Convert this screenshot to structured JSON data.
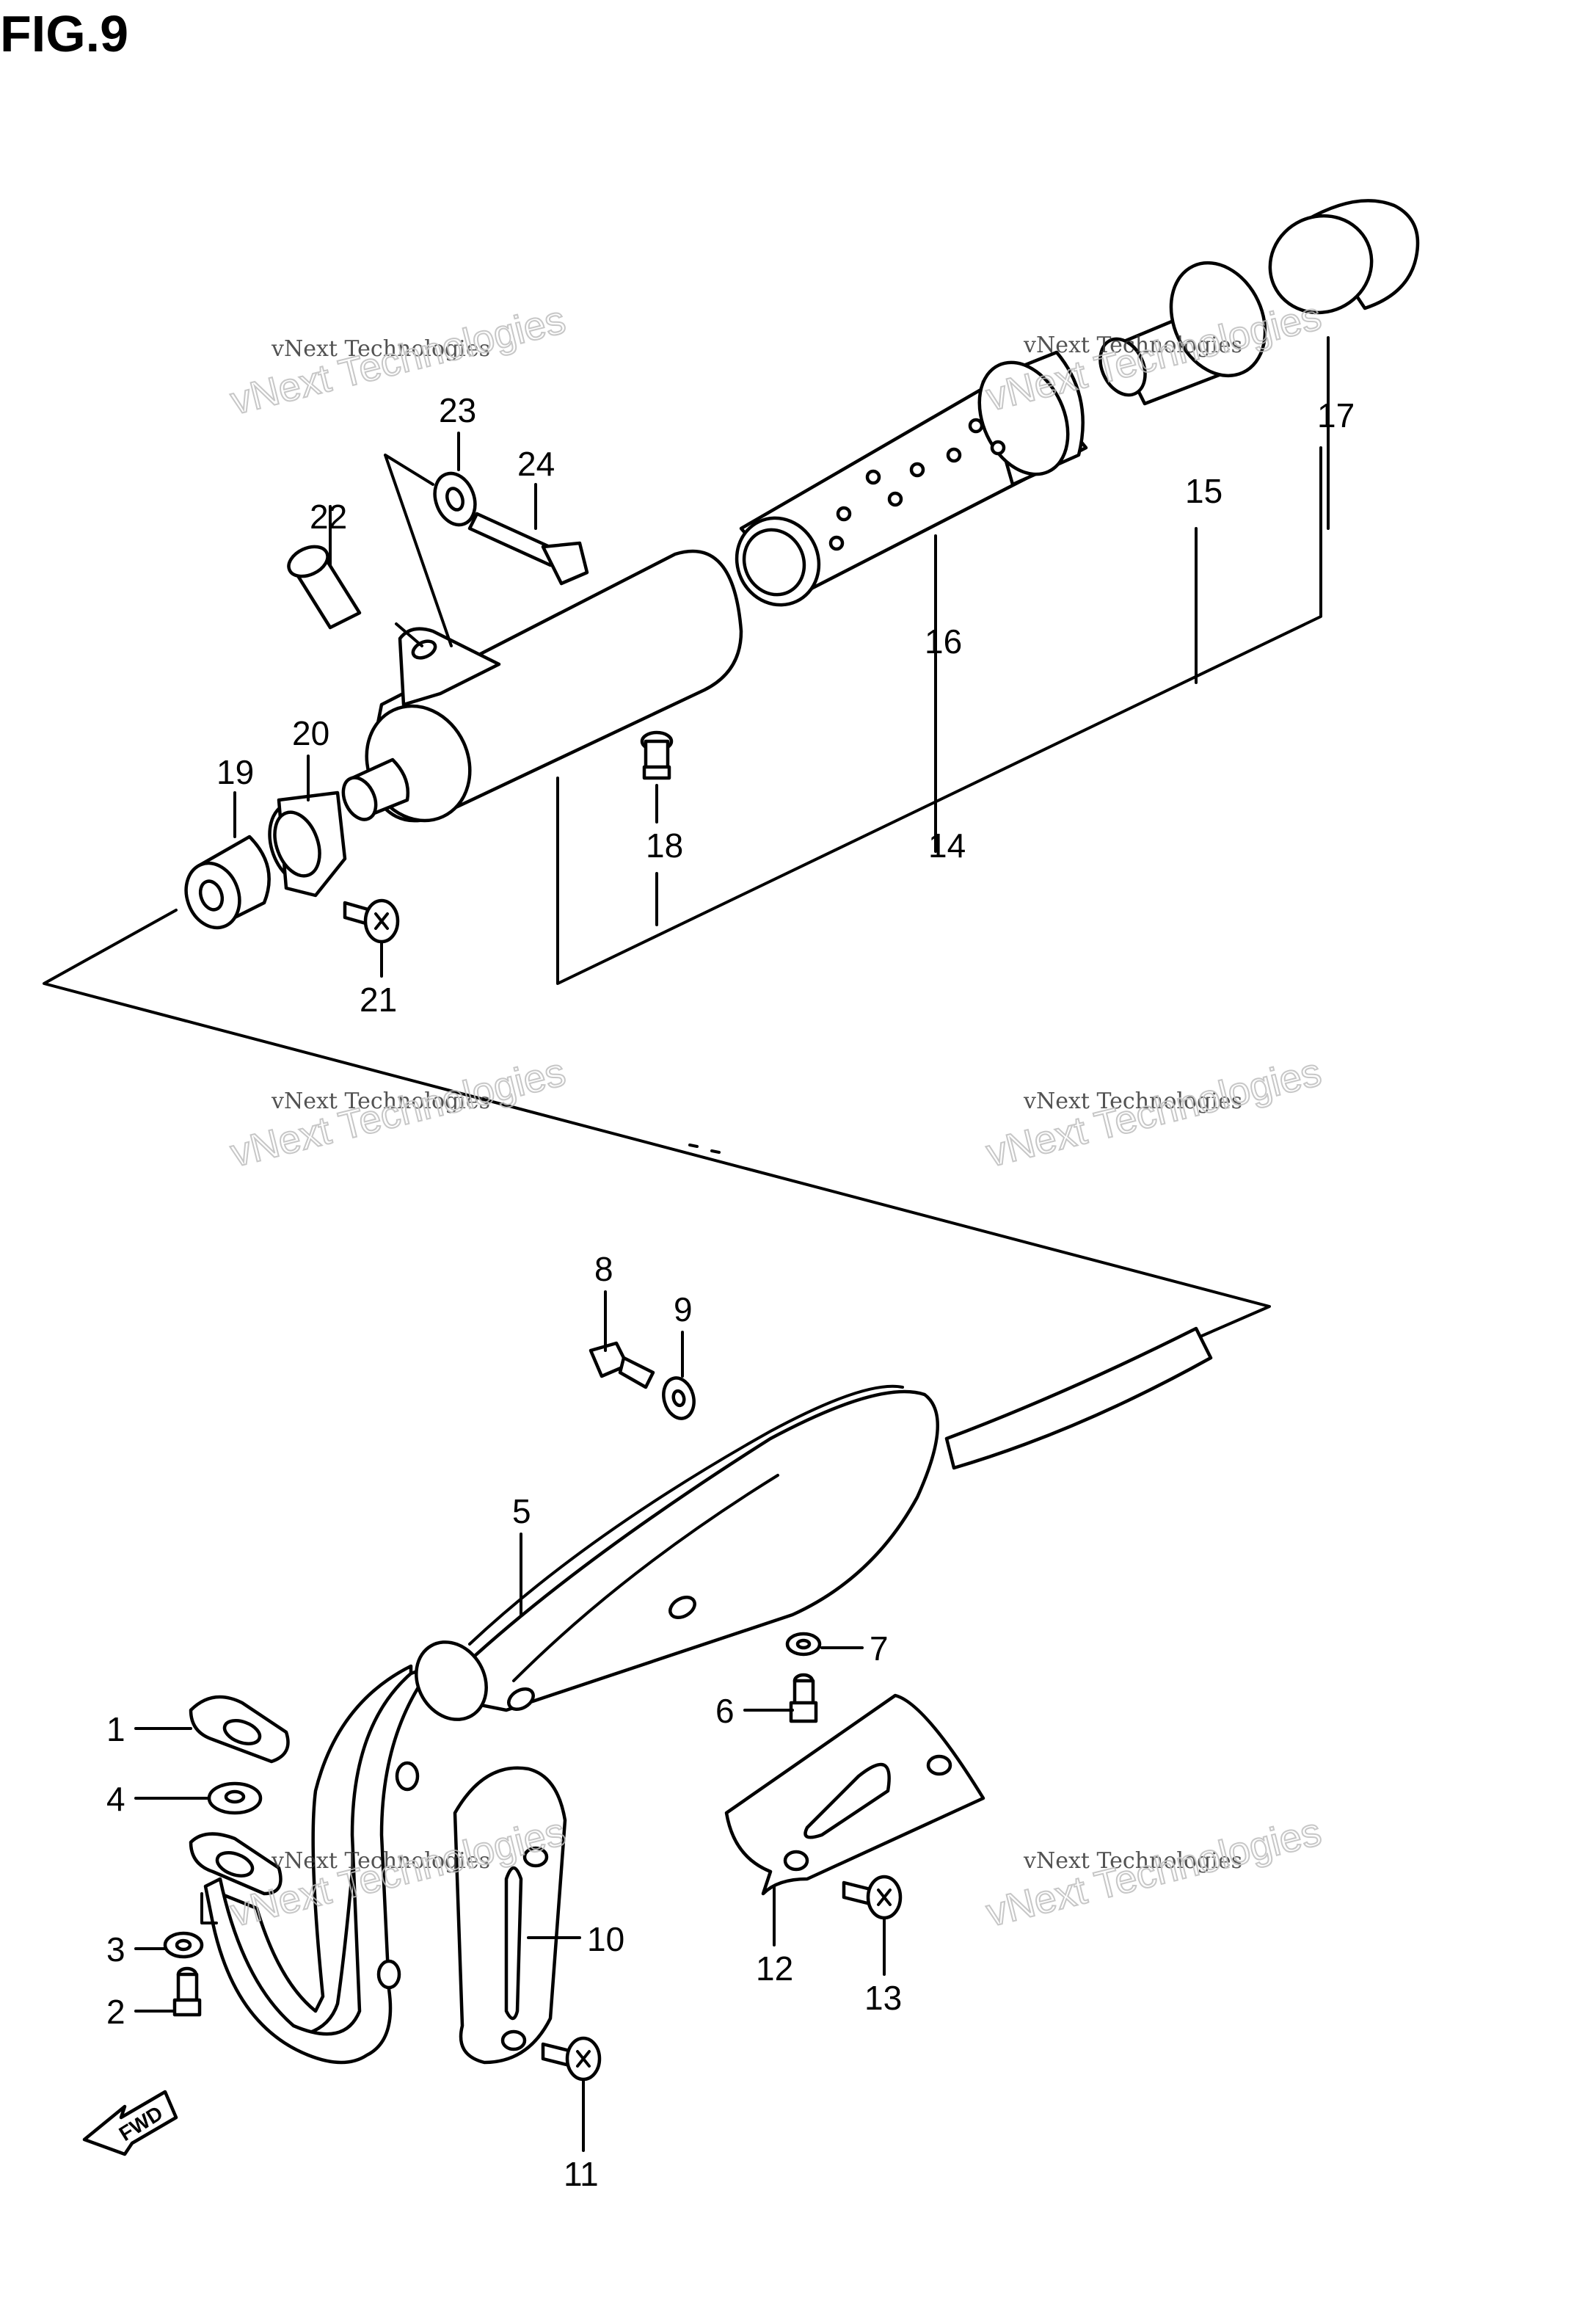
{
  "figure": {
    "title": "FIG.9"
  },
  "callouts": {
    "c1": "1",
    "c2": "2",
    "c3": "3",
    "c4": "4",
    "c5": "5",
    "c6": "6",
    "c7": "7",
    "c8": "8",
    "c9": "9",
    "c10": "10",
    "c11": "11",
    "c12": "12",
    "c13": "13",
    "c14": "14",
    "c15": "15",
    "c16": "16",
    "c17": "17",
    "c18": "18",
    "c19": "19",
    "c20": "20",
    "c21": "21",
    "c22": "22",
    "c23": "23",
    "c24": "24"
  },
  "direction_marker": {
    "label": "FWD"
  },
  "watermark": {
    "line1": "vNext Technologies",
    "line2": "vNext Technologies"
  }
}
